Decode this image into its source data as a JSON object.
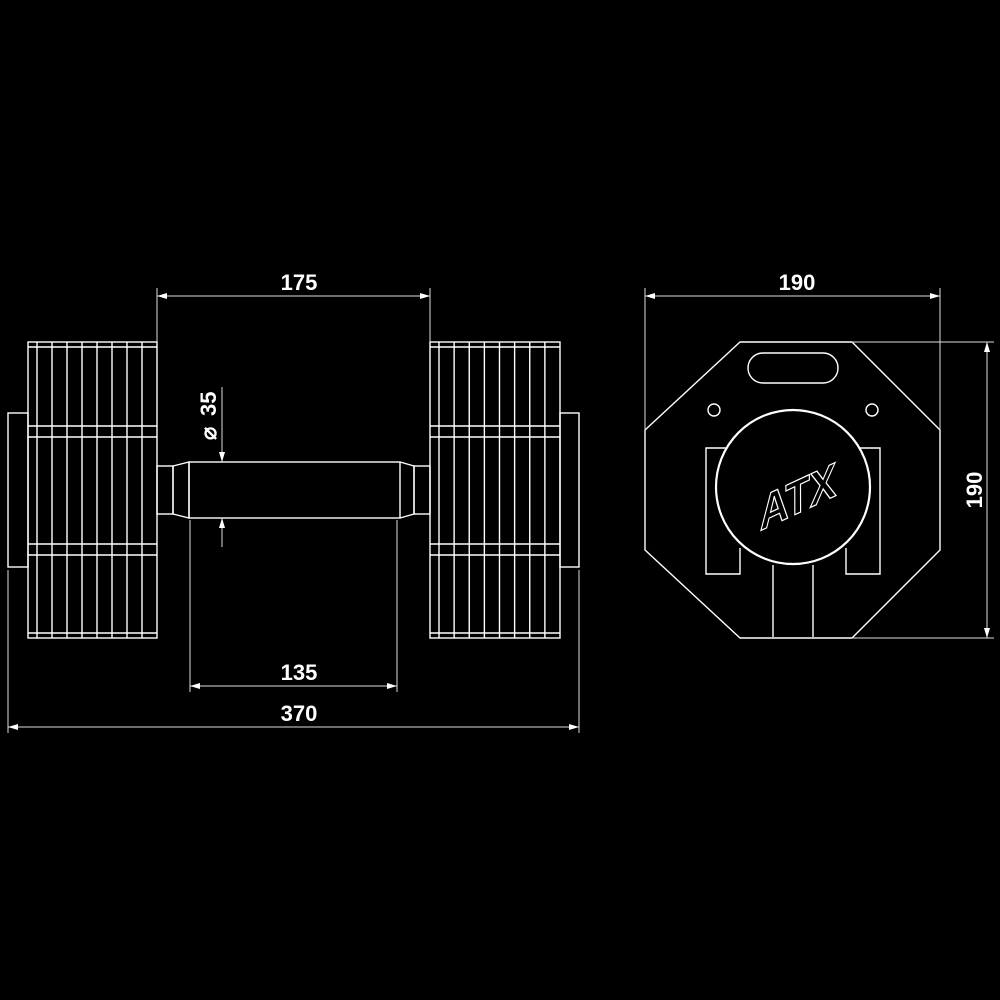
{
  "drawing": {
    "colors": {
      "background": "#000000",
      "lines": "#ffffff"
    },
    "side_view": {
      "dimensions": {
        "handle_gap": "175",
        "grip_length": "135",
        "overall_length": "370",
        "bar_diameter": "35",
        "diameter_symbol": "⌀"
      }
    },
    "end_view": {
      "dimensions": {
        "width": "190",
        "height": "190"
      },
      "logo_text": "ATX"
    }
  }
}
